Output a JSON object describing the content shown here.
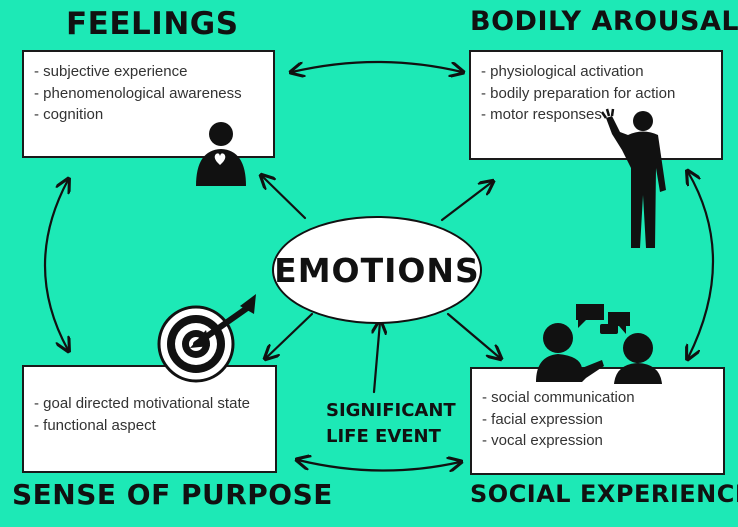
{
  "titles": {
    "feelings": "FEELINGS",
    "bodily_arousal": "BODILY AROUSAL",
    "sense_of_purpose": "SENSE OF PURPOSE",
    "social_experience": "SOCIAL EXPERIENCE"
  },
  "center": {
    "label": "EMOTIONS"
  },
  "event": {
    "line1": "SIGNIFICANT",
    "line2": "LIFE EVENT"
  },
  "boxes": {
    "feelings": [
      "subjective experience",
      "phenomenological awareness",
      "cognition"
    ],
    "bodily_arousal": [
      "physiological activation",
      "bodily preparation for action",
      "motor responses"
    ],
    "sense_of_purpose": [
      "goal directed motivational state",
      "functional aspect"
    ],
    "social_experience": [
      "social communication",
      "facial expression",
      "vocal expression"
    ]
  },
  "colors": {
    "background": "#1de9b6",
    "ink": "#111111",
    "box": "#ffffff"
  },
  "icons": [
    "heart-person-icon",
    "standing-person-icon",
    "target-icon",
    "people-chat-icon"
  ]
}
